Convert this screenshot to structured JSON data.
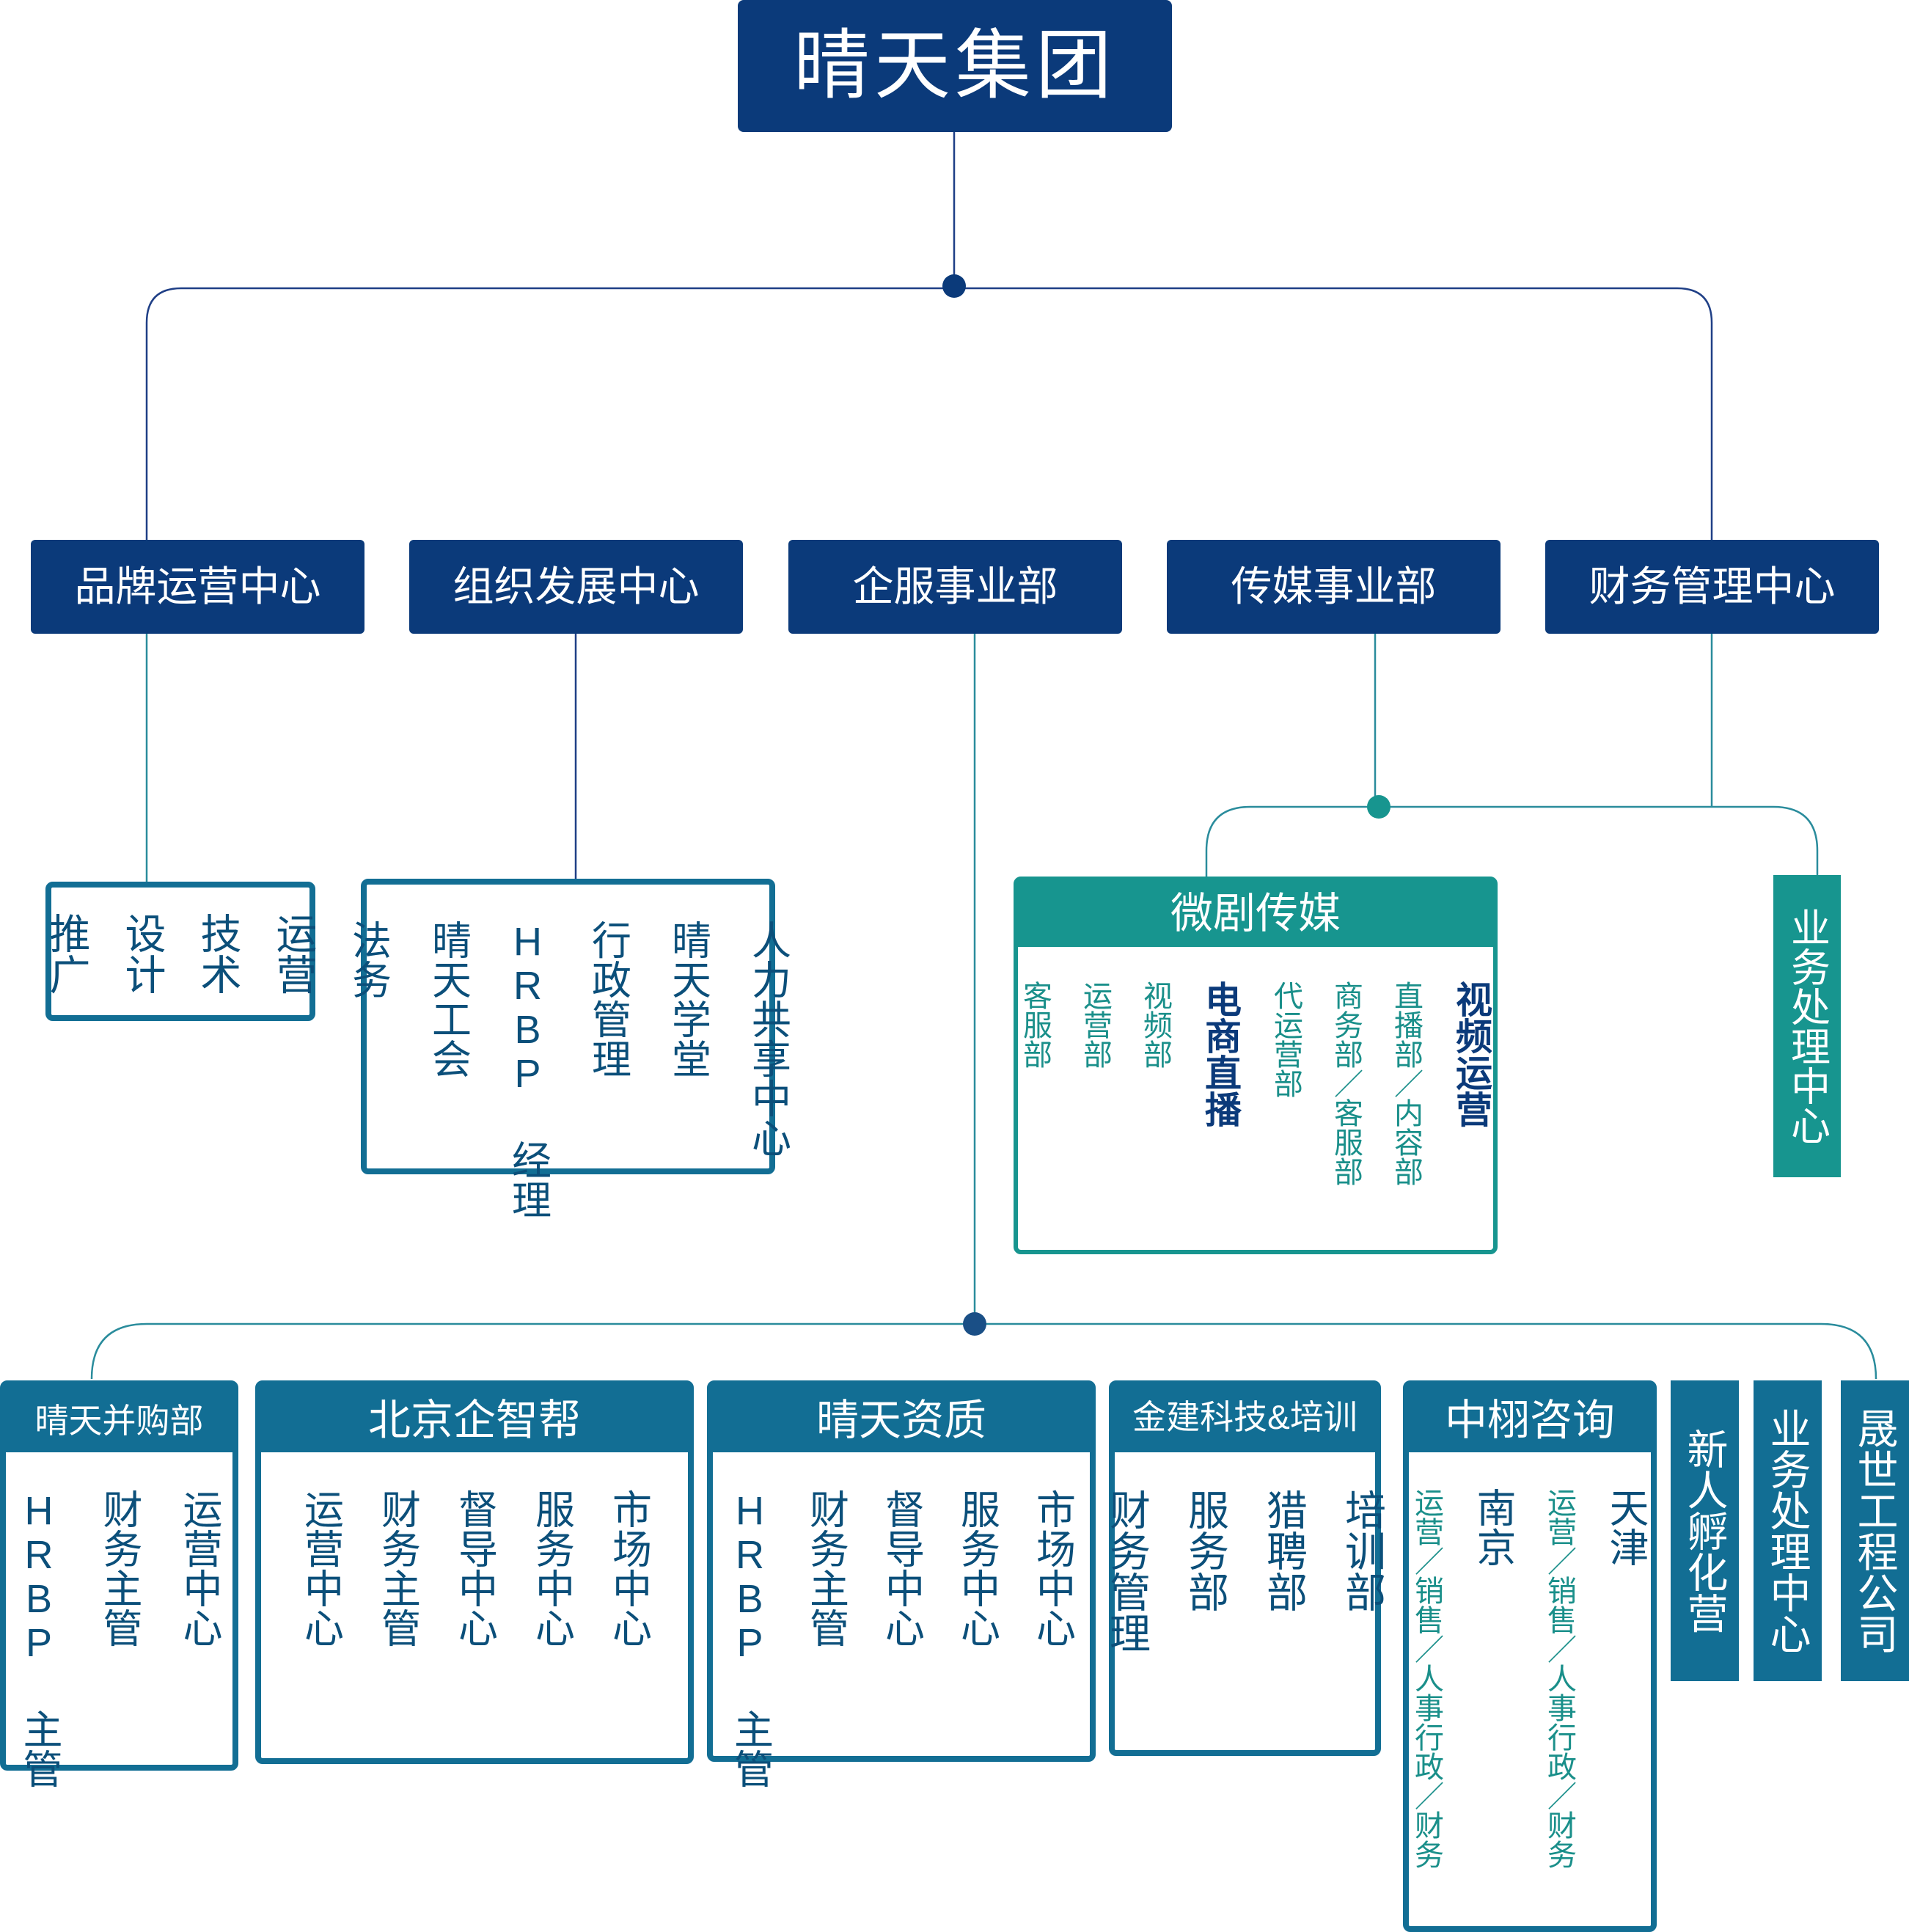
{
  "root": "晴天集团",
  "departments": {
    "brand": "品牌运营中心",
    "org": "组织发展中心",
    "enterprise": "企服事业部",
    "media": "传媒事业部",
    "finance": "财务管理中心"
  },
  "brand_units": [
    "运营",
    "技术",
    "设计",
    "推广"
  ],
  "org_units": [
    "人力共享中心",
    "晴天学堂",
    "行政管理",
    "HRBP 经理",
    "晴天工会",
    "法务"
  ],
  "weiju": {
    "title": "微剧传媒",
    "video_ops": "视频运营",
    "live_dept": "直播部／内容部",
    "biz_dept": "商务部／客服部",
    "agency_dept": "代运营部",
    "ecommerce_live": "电商直播",
    "video_dept": "视频部",
    "ops_dept": "运营部",
    "cs_dept": "客服部"
  },
  "finance_child": "业务处理中心",
  "subsidiaries": {
    "mna": {
      "title": "晴天并购部",
      "units": [
        "运营中心",
        "财务主管",
        "HRBP 主管"
      ]
    },
    "beijing": {
      "title": "北京企智帮",
      "units": [
        "市场中心",
        "服务中心",
        "督导中心",
        "财务主管",
        "运营中心"
      ]
    },
    "qualification": {
      "title": "晴天资质",
      "units": [
        "市场中心",
        "服务中心",
        "督导中心",
        "财务主管",
        "HRBP 主管"
      ]
    },
    "jinjian": {
      "title": "金建科技&培训",
      "units": [
        "培训部",
        "猎聘部",
        "服务部",
        "财务管理"
      ]
    },
    "zhongxu": {
      "title": "中栩咨询",
      "tianjin": "天津",
      "tianjin_units": "运营／销售／人事行政／财务",
      "nanjing": "南京",
      "nanjing_units": "运营／销售／人事行政／财务"
    },
    "incubator": "新人孵化营",
    "biz_center": "业务处理中心",
    "engineering": "晟世工程公司"
  },
  "colors": {
    "navy": "#0b3a7a",
    "steel_blue": "#126e94",
    "teal": "#17958f",
    "connector_navy": "#1f3f86",
    "connector_teal": "#2a8c9c"
  }
}
